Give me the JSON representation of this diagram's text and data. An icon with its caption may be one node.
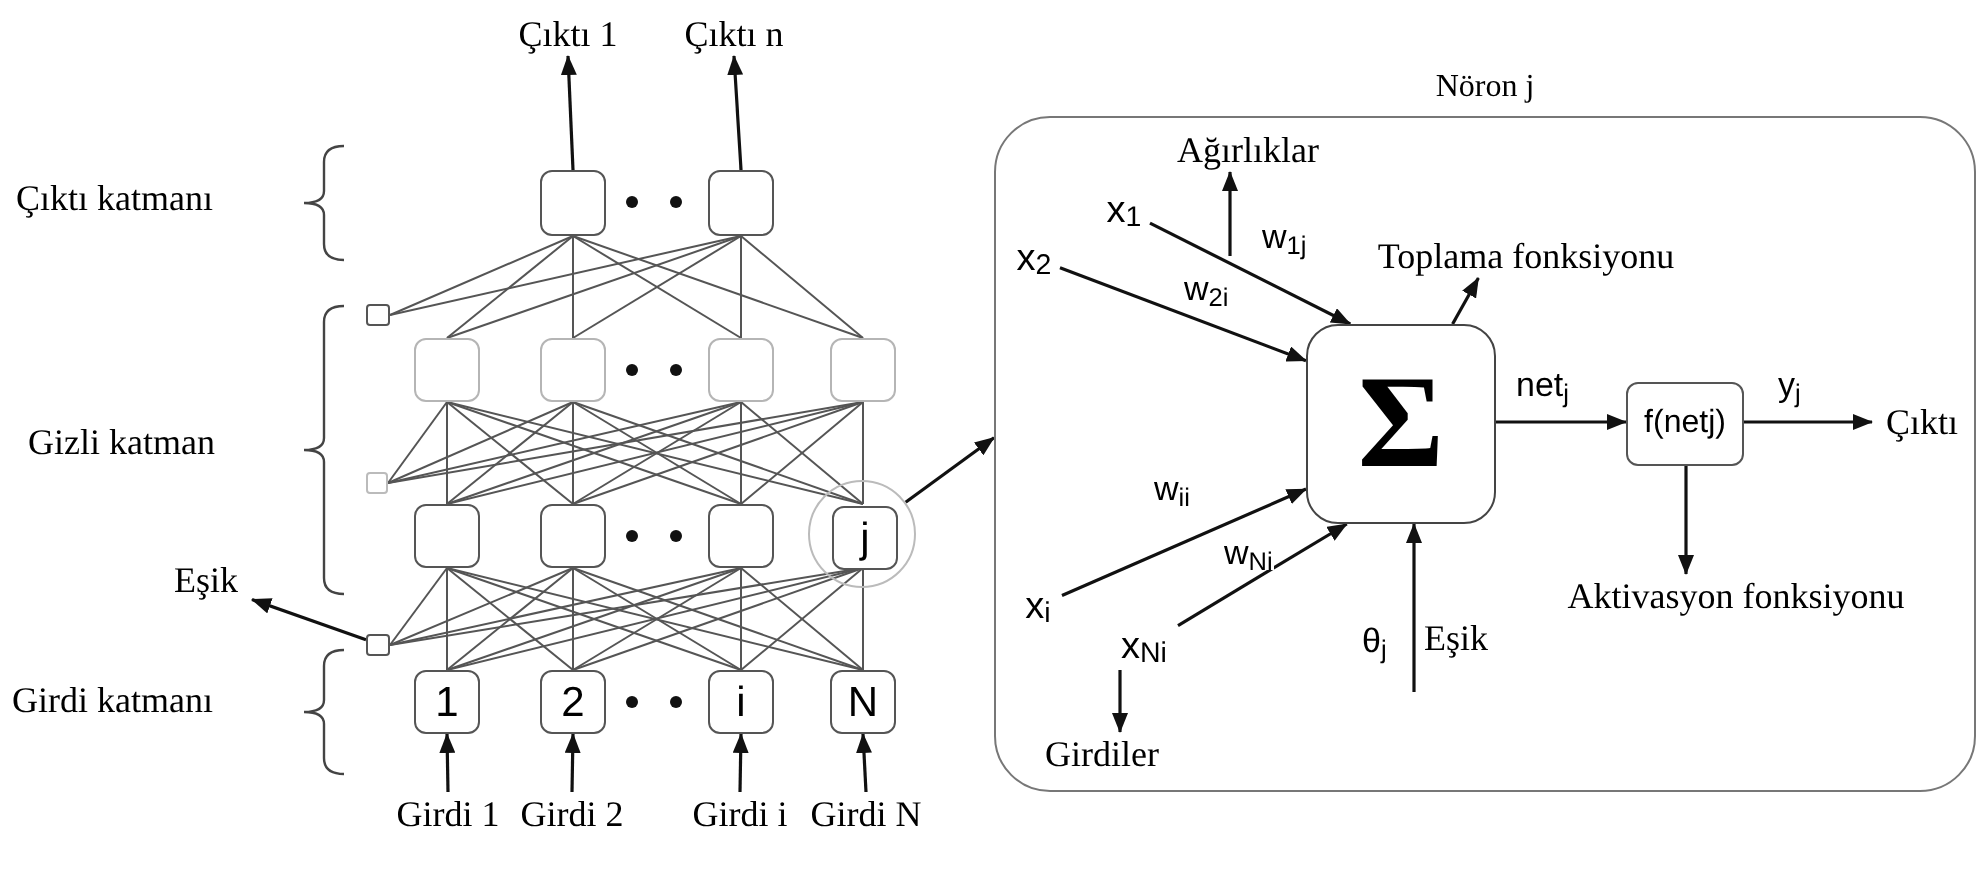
{
  "diagram": {
    "nodes": [
      {
        "text": [
          "Çıktı 1"
        ]
      },
      {
        "text": [
          "Çıktı n"
        ]
      },
      {
        "text": [],
        "shape": "box"
      },
      {
        "text": [],
        "shape": "box"
      },
      {
        "text": [],
        "shape": "box"
      },
      {
        "text": [],
        "shape": "box"
      },
      {
        "text": [],
        "shape": "box"
      },
      {
        "text": [],
        "shape": "box"
      },
      {
        "text": [],
        "shape": "box"
      },
      {
        "text": [],
        "shape": "box"
      },
      {
        "text": [],
        "shape": "box"
      },
      {
        "text": [],
        "shape": "box"
      },
      {
        "text": [],
        "shape": "box"
      },
      {
        "text": [],
        "shape": "circle"
      },
      {
        "text": [
          "j"
        ],
        "in": 13
      },
      {
        "text": [
          "Eşik"
        ]
      },
      {
        "text": [],
        "shape": "box"
      },
      {
        "text": [
          "1"
        ]
      },
      {
        "text": [
          "2"
        ]
      },
      {
        "text": [
          "i"
        ]
      },
      {
        "text": [
          "N"
        ]
      },
      {
        "text": [
          "Girdi 1"
        ]
      },
      {
        "text": [
          "Girdi 2"
        ]
      },
      {
        "text": [
          "Girdi i"
        ]
      },
      {
        "text": [
          "Girdi N"
        ]
      },
      {
        "text": [
          "Nöron j"
        ]
      },
      {
        "text": [
          "Ağırlıklar"
        ],
        "in": 25
      },
      {
        "text": [
          "x$_{1}$"
        ],
        "in": 25
      },
      {
        "text": [
          "x$_{2}$"
        ],
        "in": 25
      },
      {
        "text": [
          "Toplama fonksiyonu"
        ],
        "in": 25
      },
      {
        "text": [
          "Σ"
        ],
        "in": 25
      },
      {
        "text": [
          "f(netj)"
        ],
        "in": 25
      },
      {
        "text": [
          "Çıktı"
        ],
        "in": 25
      },
      {
        "text": [
          "x$_{i}$"
        ],
        "in": 25
      },
      {
        "text": [
          "x$_{Ni}$"
        ],
        "in": 25
      },
      {
        "text": [
          "Aktivasyon fonksiyonu"
        ],
        "in": 25
      },
      {
        "text": [
          "Girdiler"
        ],
        "in": 25
      }
    ],
    "edges": [
      {
        "from": 2,
        "to": 0,
        "arrow": "to"
      },
      {
        "from": 3,
        "to": 1,
        "arrow": "to"
      },
      {
        "from": 4,
        "to": 2,
        "arrow": "none"
      },
      {
        "from": 4,
        "to": 3,
        "arrow": "none"
      },
      {
        "from": 5,
        "to": 2,
        "arrow": "none"
      },
      {
        "from": 5,
        "to": 3,
        "arrow": "none"
      },
      {
        "from": 6,
        "to": 2,
        "arrow": "none"
      },
      {
        "from": 6,
        "to": 3,
        "arrow": "none"
      },
      {
        "from": 7,
        "to": 2,
        "arrow": "none"
      },
      {
        "from": 7,
        "to": 3,
        "arrow": "none"
      },
      {
        "from": 8,
        "to": 2,
        "arrow": "none"
      },
      {
        "from": 8,
        "to": 3,
        "arrow": "none"
      },
      {
        "from": 9,
        "to": 5,
        "arrow": "none"
      },
      {
        "from": 9,
        "to": 6,
        "arrow": "none"
      },
      {
        "from": 9,
        "to": 7,
        "arrow": "none"
      },
      {
        "from": 9,
        "to": 8,
        "arrow": "none"
      },
      {
        "from": 10,
        "to": 5,
        "arrow": "none"
      },
      {
        "from": 10,
        "to": 6,
        "arrow": "none"
      },
      {
        "from": 10,
        "to": 7,
        "arrow": "none"
      },
      {
        "from": 10,
        "to": 8,
        "arrow": "none"
      },
      {
        "from": 11,
        "to": 5,
        "arrow": "none"
      },
      {
        "from": 11,
        "to": 6,
        "arrow": "none"
      },
      {
        "from": 11,
        "to": 7,
        "arrow": "none"
      },
      {
        "from": 11,
        "to": 8,
        "arrow": "none"
      },
      {
        "from": 12,
        "to": 5,
        "arrow": "none"
      },
      {
        "from": 12,
        "to": 6,
        "arrow": "none"
      },
      {
        "from": 12,
        "to": 7,
        "arrow": "none"
      },
      {
        "from": 12,
        "to": 8,
        "arrow": "none"
      },
      {
        "from": 14,
        "to": 5,
        "arrow": "none"
      },
      {
        "from": 14,
        "to": 6,
        "arrow": "none"
      },
      {
        "from": 14,
        "to": 7,
        "arrow": "none"
      },
      {
        "from": 14,
        "to": 8,
        "arrow": "none"
      },
      {
        "from": 16,
        "to": 10,
        "arrow": "none"
      },
      {
        "from": 16,
        "to": 11,
        "arrow": "none"
      },
      {
        "from": 16,
        "to": 12,
        "arrow": "none"
      },
      {
        "from": 16,
        "to": 14,
        "arrow": "none"
      },
      {
        "from": 17,
        "to": 10,
        "arrow": "none"
      },
      {
        "from": 17,
        "to": 11,
        "arrow": "none"
      },
      {
        "from": 17,
        "to": 12,
        "arrow": "none"
      },
      {
        "from": 17,
        "to": 14,
        "arrow": "none"
      },
      {
        "from": 18,
        "to": 10,
        "arrow": "none"
      },
      {
        "from": 18,
        "to": 11,
        "arrow": "none"
      },
      {
        "from": 18,
        "to": 12,
        "arrow": "none"
      },
      {
        "from": 18,
        "to": 14,
        "arrow": "none"
      },
      {
        "from": 19,
        "to": 10,
        "arrow": "none"
      },
      {
        "from": 19,
        "to": 11,
        "arrow": "none"
      },
      {
        "from": 19,
        "to": 12,
        "arrow": "none"
      },
      {
        "from": 19,
        "to": 14,
        "arrow": "none"
      },
      {
        "from": 20,
        "to": 10,
        "arrow": "none"
      },
      {
        "from": 20,
        "to": 11,
        "arrow": "none"
      },
      {
        "from": 20,
        "to": 12,
        "arrow": "none"
      },
      {
        "from": 20,
        "to": 14,
        "arrow": "none"
      },
      {
        "from": 21,
        "to": 17,
        "arrow": "to"
      },
      {
        "from": 22,
        "to": 18,
        "arrow": "to"
      },
      {
        "from": 23,
        "to": 19,
        "arrow": "to"
      },
      {
        "from": 24,
        "to": 20,
        "arrow": "to"
      },
      {
        "from": 16,
        "to": 15,
        "arrow": "to"
      },
      {
        "from": 13,
        "to": 25,
        "arrow": "to"
      },
      {
        "from": 27,
        "to": 30,
        "arrow": "to",
        "label": "w$_{1j}$"
      },
      {
        "from": 28,
        "to": 30,
        "arrow": "to",
        "label": "w$_{2i}$"
      },
      {
        "from": 33,
        "to": 30,
        "arrow": "to",
        "label": "w$_{ii}$"
      },
      {
        "from": 34,
        "to": 30,
        "arrow": "to",
        "label": "w$_{Ni}$"
      },
      {
        "from": null,
        "to": 30,
        "arrow": "to"
      },
      {
        "from": 30,
        "to": 31,
        "arrow": "to",
        "label": "net$_{j}$"
      },
      {
        "from": 31,
        "to": 32,
        "arrow": "to",
        "label": "y$_{j}$"
      },
      {
        "from": 31,
        "to": 35,
        "arrow": "to"
      },
      {
        "from": 30,
        "to": 29,
        "arrow": "to"
      },
      {
        "from": null,
        "to": 26,
        "arrow": "to"
      },
      {
        "from": 34,
        "to": 36,
        "arrow": "to"
      }
    ],
    "labels": [
      "Çıktı katmanı",
      "Gizli katman",
      "Girdi katmanı",
      "θ$_{j}$",
      "Eşik"
    ]
  }
}
